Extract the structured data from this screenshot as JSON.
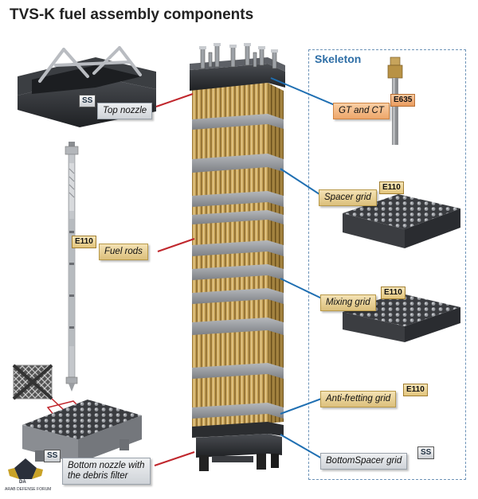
{
  "title": "TVS-K fuel assembly components",
  "skeleton_title": "Skeleton",
  "labels": {
    "top_nozzle": "Top nozzle",
    "fuel_rods": "Fuel rods",
    "bottom_nozzle_line1": "Bottom nozzle with",
    "bottom_nozzle_line2": "the debris filter",
    "gt_ct": "GT and CT",
    "spacer_grid": "Spacer grid",
    "mixing_grid": "Mixing grid",
    "anti_fretting_grid": "Anti-fretting grid",
    "bottom_spacer_grid": "BottomSpacer grid"
  },
  "tags": {
    "top_nozzle": "SS",
    "fuel_rods": "E110",
    "bottom_nozzle": "SS",
    "gt_ct": "E635",
    "spacer_grid": "E110",
    "mixing_grid": "E110",
    "anti_fretting_grid": "E110",
    "bottom_spacer_grid": "SS"
  },
  "watermark": {
    "initials": "DA",
    "text": "ARAB DEFENSE FORUM"
  },
  "colors": {
    "leader_red": "#c0272d",
    "leader_blue": "#1f6fb2",
    "skeleton_border": "#6d93b8",
    "skeleton_title": "#2e6ea6",
    "rod_tan": "#c9a55a",
    "grid_gray": "#8e9196"
  }
}
